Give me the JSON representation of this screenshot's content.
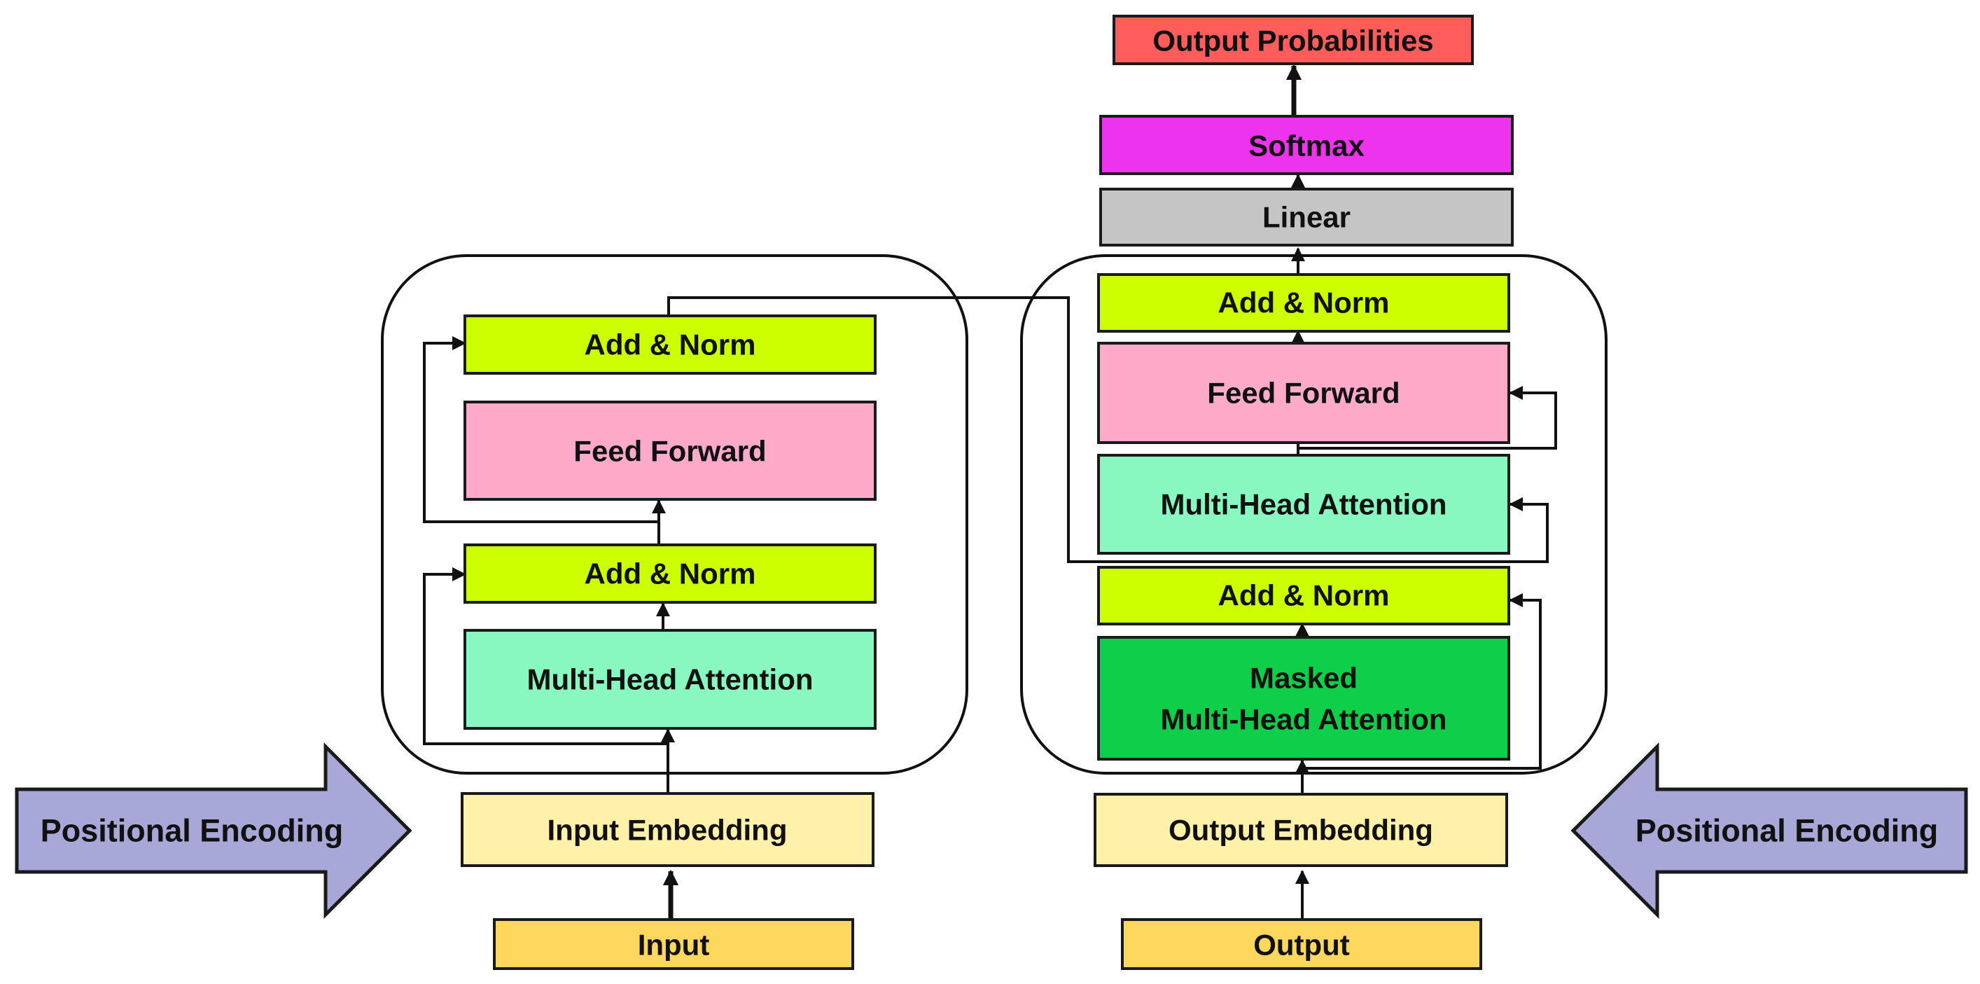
{
  "colors": {
    "add_norm": "#ccff00",
    "feed_forward": "#ffaac8",
    "multi_head_attention": "#88f7c0",
    "masked_attention": "#0fce4a",
    "embedding": "#fff0aa",
    "io": "#fdd85c",
    "linear": "#c5c5c5",
    "softmax": "#ee33ee",
    "output_probabilities": "#ff5c5c",
    "positional_encoding": "#a8a8d8"
  },
  "encoder": {
    "add_norm_top": "Add & Norm",
    "feed_forward": "Feed Forward",
    "add_norm_bottom": "Add & Norm",
    "multi_head_attention": "Multi-Head Attention",
    "input_embedding": "Input Embedding",
    "input": "Input",
    "positional_encoding": "Positional Encoding"
  },
  "decoder": {
    "add_norm_top": "Add & Norm",
    "feed_forward": "Feed Forward",
    "multi_head_attention": "Multi-Head Attention",
    "add_norm_bottom": "Add & Norm",
    "masked_attention_line1": "Masked",
    "masked_attention_line2": "Multi-Head Attention",
    "output_embedding": "Output Embedding",
    "output": "Output",
    "positional_encoding": "Positional Encoding"
  },
  "head": {
    "linear": "Linear",
    "softmax": "Softmax",
    "output_probabilities": "Output Probabilities"
  }
}
